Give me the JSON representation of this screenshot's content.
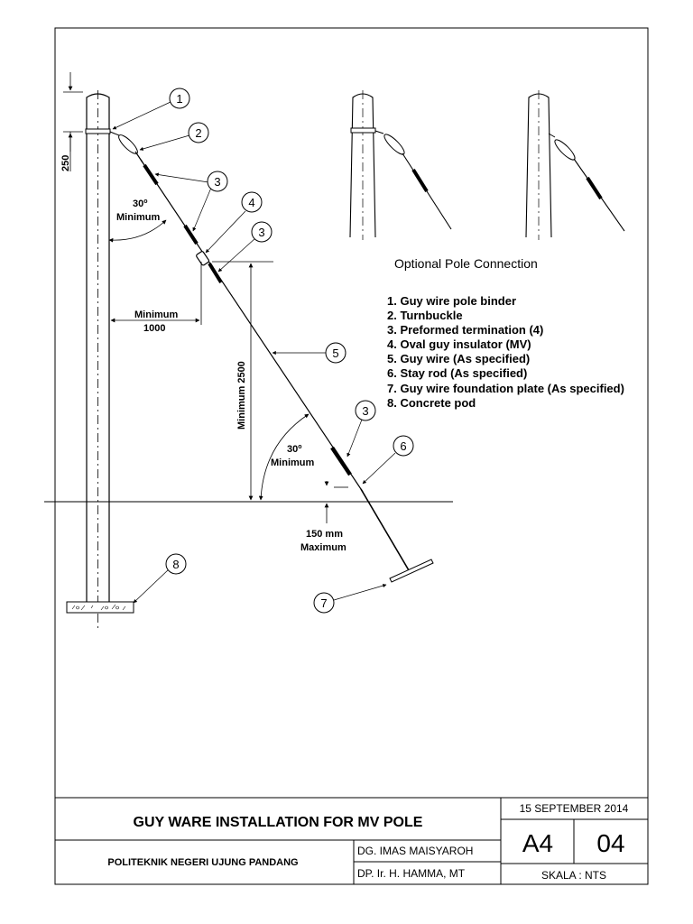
{
  "drawing": {
    "dimensions": {
      "top_offset": "250",
      "angle_upper_value": "30",
      "angle_upper_unit": "o",
      "angle_upper_note": "Minimum",
      "min_distance_label": "Minimum",
      "min_distance_value": "1000",
      "min_height": "Minimum 2500",
      "angle_lower_value": "30",
      "angle_lower_unit": "o",
      "angle_lower_note": "Minimum",
      "rod_top_limit": "150 mm",
      "rod_top_note": "Maximum"
    },
    "callouts": [
      "1",
      "2",
      "3",
      "4",
      "3",
      "5",
      "3",
      "6",
      "7",
      "8"
    ],
    "optional_caption": "Optional Pole Connection",
    "legend": [
      "1. Guy wire pole binder",
      "2. Turnbuckle",
      "3. Preformed termination (4)",
      "4. Oval guy insulator (MV)",
      "5. Guy wire (As specified)",
      "6. Stay rod (As specified)",
      "7. Guy wire foundation plate (As specified)",
      "8. Concrete pod"
    ]
  },
  "title_block": {
    "title": "GUY WARE INSTALLATION FOR MV POLE",
    "institution": "POLITEKNIK NEGERI UJUNG PANDANG",
    "drawn_by": "DG. IMAS MAISYAROH",
    "checked_by": "DP. Ir. H. HAMMA, MT",
    "date": "15 SEPTEMBER 2014",
    "paper_size": "A4",
    "sheet_number": "04",
    "scale": "SKALA : NTS"
  }
}
